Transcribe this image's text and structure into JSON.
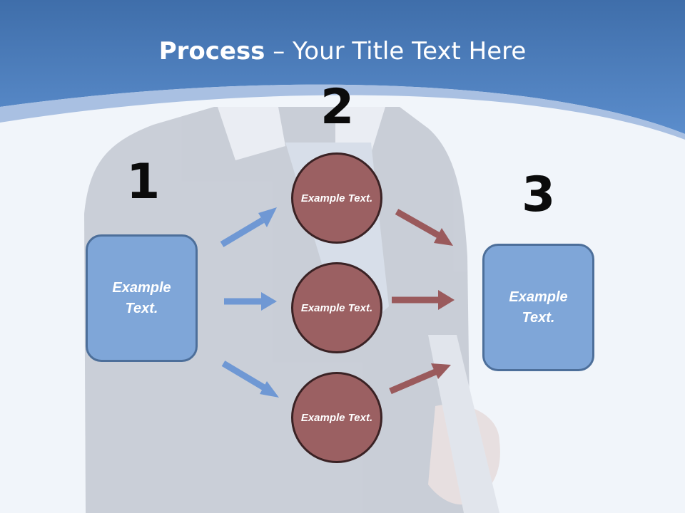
{
  "slide": {
    "title_bold": "Process",
    "title_rest": " – Your Title Text Here"
  },
  "steps": {
    "one": "1",
    "two": "2",
    "three": "3"
  },
  "left_box": {
    "text": "Example Text."
  },
  "circles": [
    {
      "text": "Example Text."
    },
    {
      "text": "Example Text."
    },
    {
      "text": "Example Text."
    }
  ],
  "right_box": {
    "text": "Example Text."
  },
  "colors": {
    "header": "#4f7fbf",
    "box_fill": "#7fa6d8",
    "circle_fill": "#9b6062",
    "arrow_blue": "#6f98d4",
    "arrow_red": "#9a5a5c"
  }
}
